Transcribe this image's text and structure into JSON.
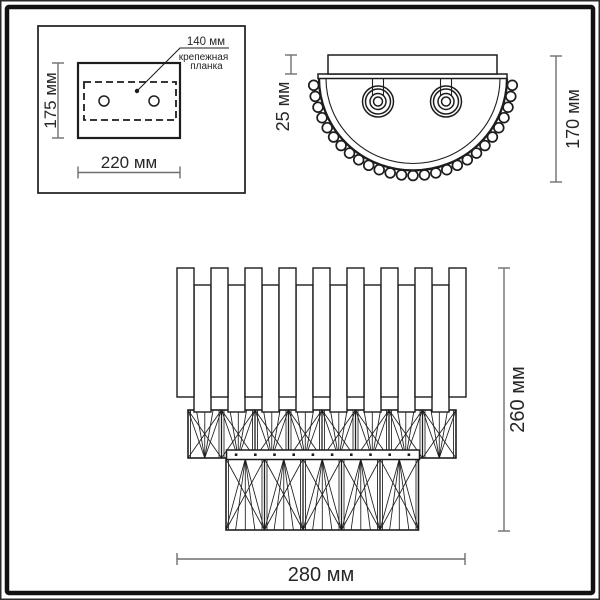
{
  "colors": {
    "line": "#1d1d1d",
    "dimension_line": "#6f6f6f",
    "text": "#262626",
    "background": "#ffffff"
  },
  "views": {
    "mounting": {
      "height_label": "175 мм",
      "width_label": "220 мм",
      "bracket_width_label": "140 мм",
      "bracket_name_line1": "крепежная",
      "bracket_name_line2": "планка"
    },
    "top": {
      "depth_label": "25 мм",
      "height_label": "170 мм"
    },
    "front": {
      "height_label": "260 мм",
      "width_label": "280 мм"
    }
  }
}
